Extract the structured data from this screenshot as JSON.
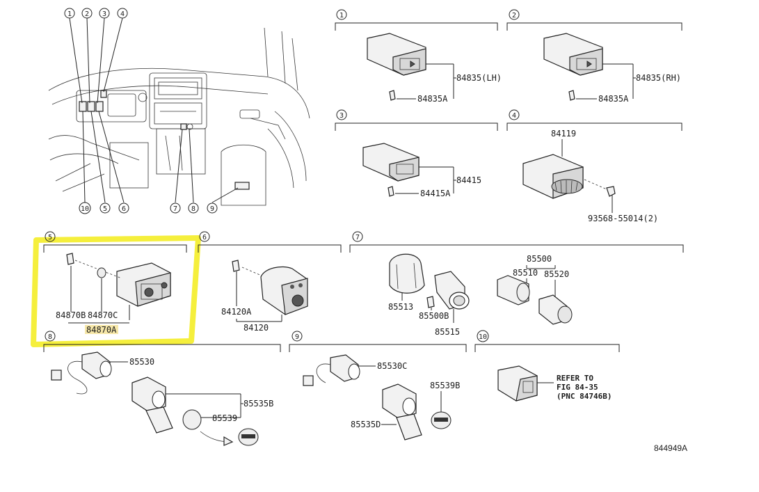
{
  "callouts": [
    "1",
    "2",
    "3",
    "4",
    "5",
    "6",
    "7",
    "8",
    "9",
    "10"
  ],
  "sections": {
    "s1": {
      "number": "1",
      "part": "84835(LH)",
      "screw": "84835A"
    },
    "s2": {
      "number": "2",
      "part": "84835(RH)",
      "screw": "84835A"
    },
    "s3": {
      "number": "3",
      "part": "84415",
      "screw": "84415A"
    },
    "s4": {
      "number": "4",
      "part": "84119",
      "screw": "93568-55014(2)"
    },
    "s5": {
      "number": "5",
      "part_b": "84870B",
      "part_c": "84870C",
      "part_a": "84870A"
    },
    "s6": {
      "number": "6",
      "screw": "84120A",
      "part": "84120"
    },
    "s7": {
      "number": "7",
      "p1": "85500",
      "p2": "85510",
      "p3": "85520",
      "p4": "85513",
      "p5": "85500B",
      "p6": "85515"
    },
    "s8": {
      "number": "8",
      "p1": "85530",
      "p2": "85535B",
      "p3": "85539"
    },
    "s9": {
      "number": "9",
      "p1": "85530C",
      "p2": "85539B",
      "p3": "85535D"
    },
    "s10": {
      "number": "10",
      "refer_line1": "REFER TO",
      "refer_line2": "FIG 84-35",
      "refer_line3": "(PNC 84746B)"
    }
  },
  "diagram_code": "844949A",
  "colors": {
    "highlight": "#f5ef3c",
    "line": "#222222"
  }
}
